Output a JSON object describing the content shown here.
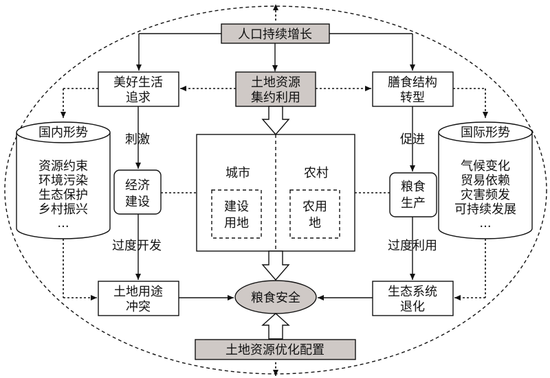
{
  "top": {
    "population": "人口持续增长"
  },
  "row1": {
    "left": [
      "美好生活",
      "追求"
    ],
    "center": [
      "土地资源",
      "集约利用"
    ],
    "right": [
      "膳食结构",
      "转型"
    ]
  },
  "domestic": {
    "title": "国内形势",
    "items": [
      "资源约束",
      "环境污染",
      "生态保护",
      "乡村振兴",
      "..."
    ]
  },
  "international": {
    "title": "国际形势",
    "items": [
      "气候变化",
      "贸易依赖",
      "灾害频发",
      "可持续发展",
      "..."
    ]
  },
  "labels": {
    "stimulate": "刺激",
    "promote": "促进",
    "overdev": "过度开发",
    "overuse": "过度利用"
  },
  "econ": [
    "经济",
    "建设"
  ],
  "grain": [
    "粮食",
    "生产"
  ],
  "center": {
    "city": "城市",
    "rural": "农村",
    "build_land": [
      "建设",
      "用地"
    ],
    "farm_land": [
      "农用",
      "地"
    ]
  },
  "bottom": {
    "conflict": [
      "土地用途",
      "冲突"
    ],
    "security": "粮食安全",
    "eco": [
      "生态系统",
      "退化"
    ],
    "optimize": "土地资源优化配置"
  }
}
